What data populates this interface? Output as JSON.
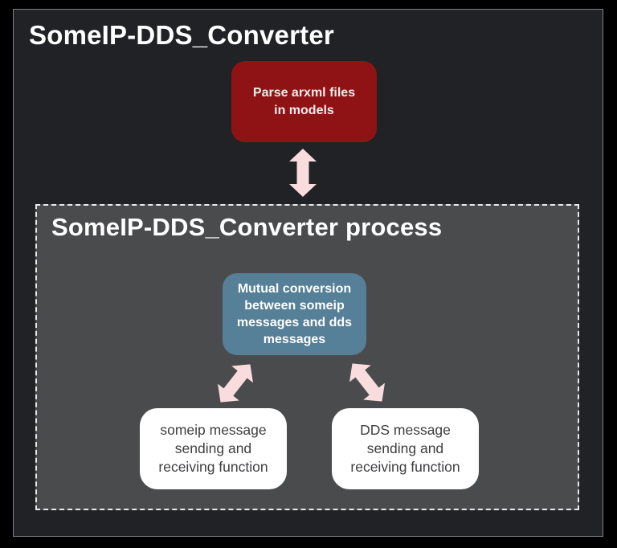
{
  "title": "SomeIP-DDS_Converter",
  "process": {
    "title": "SomeIP-DDS_Converter process"
  },
  "nodes": {
    "parse_arxml": {
      "label": "Parse arxml files\nin models"
    },
    "mutual_conversion": {
      "label": "Mutual conversion\nbetween someip\nmessages and dds\nmessages"
    },
    "someip_function": {
      "label": "someip message\nsending and\nreceiving function"
    },
    "dds_function": {
      "label": "DDS message\nsending and\nreceiving function"
    }
  },
  "colors": {
    "page_bg": "#000000",
    "outer_panel_bg": "#212225",
    "outer_panel_border": "#7f8184",
    "process_panel_bg": "#4a4b4d",
    "process_panel_border": "#e9e9e9",
    "parse_node_bg": "#8f1315",
    "mutual_node_bg": "#567f98",
    "function_node_bg": "#ffffff",
    "function_node_text": "#3e3e41",
    "title_text": "#ffffff",
    "arrow_fill": "#f9dcde"
  }
}
